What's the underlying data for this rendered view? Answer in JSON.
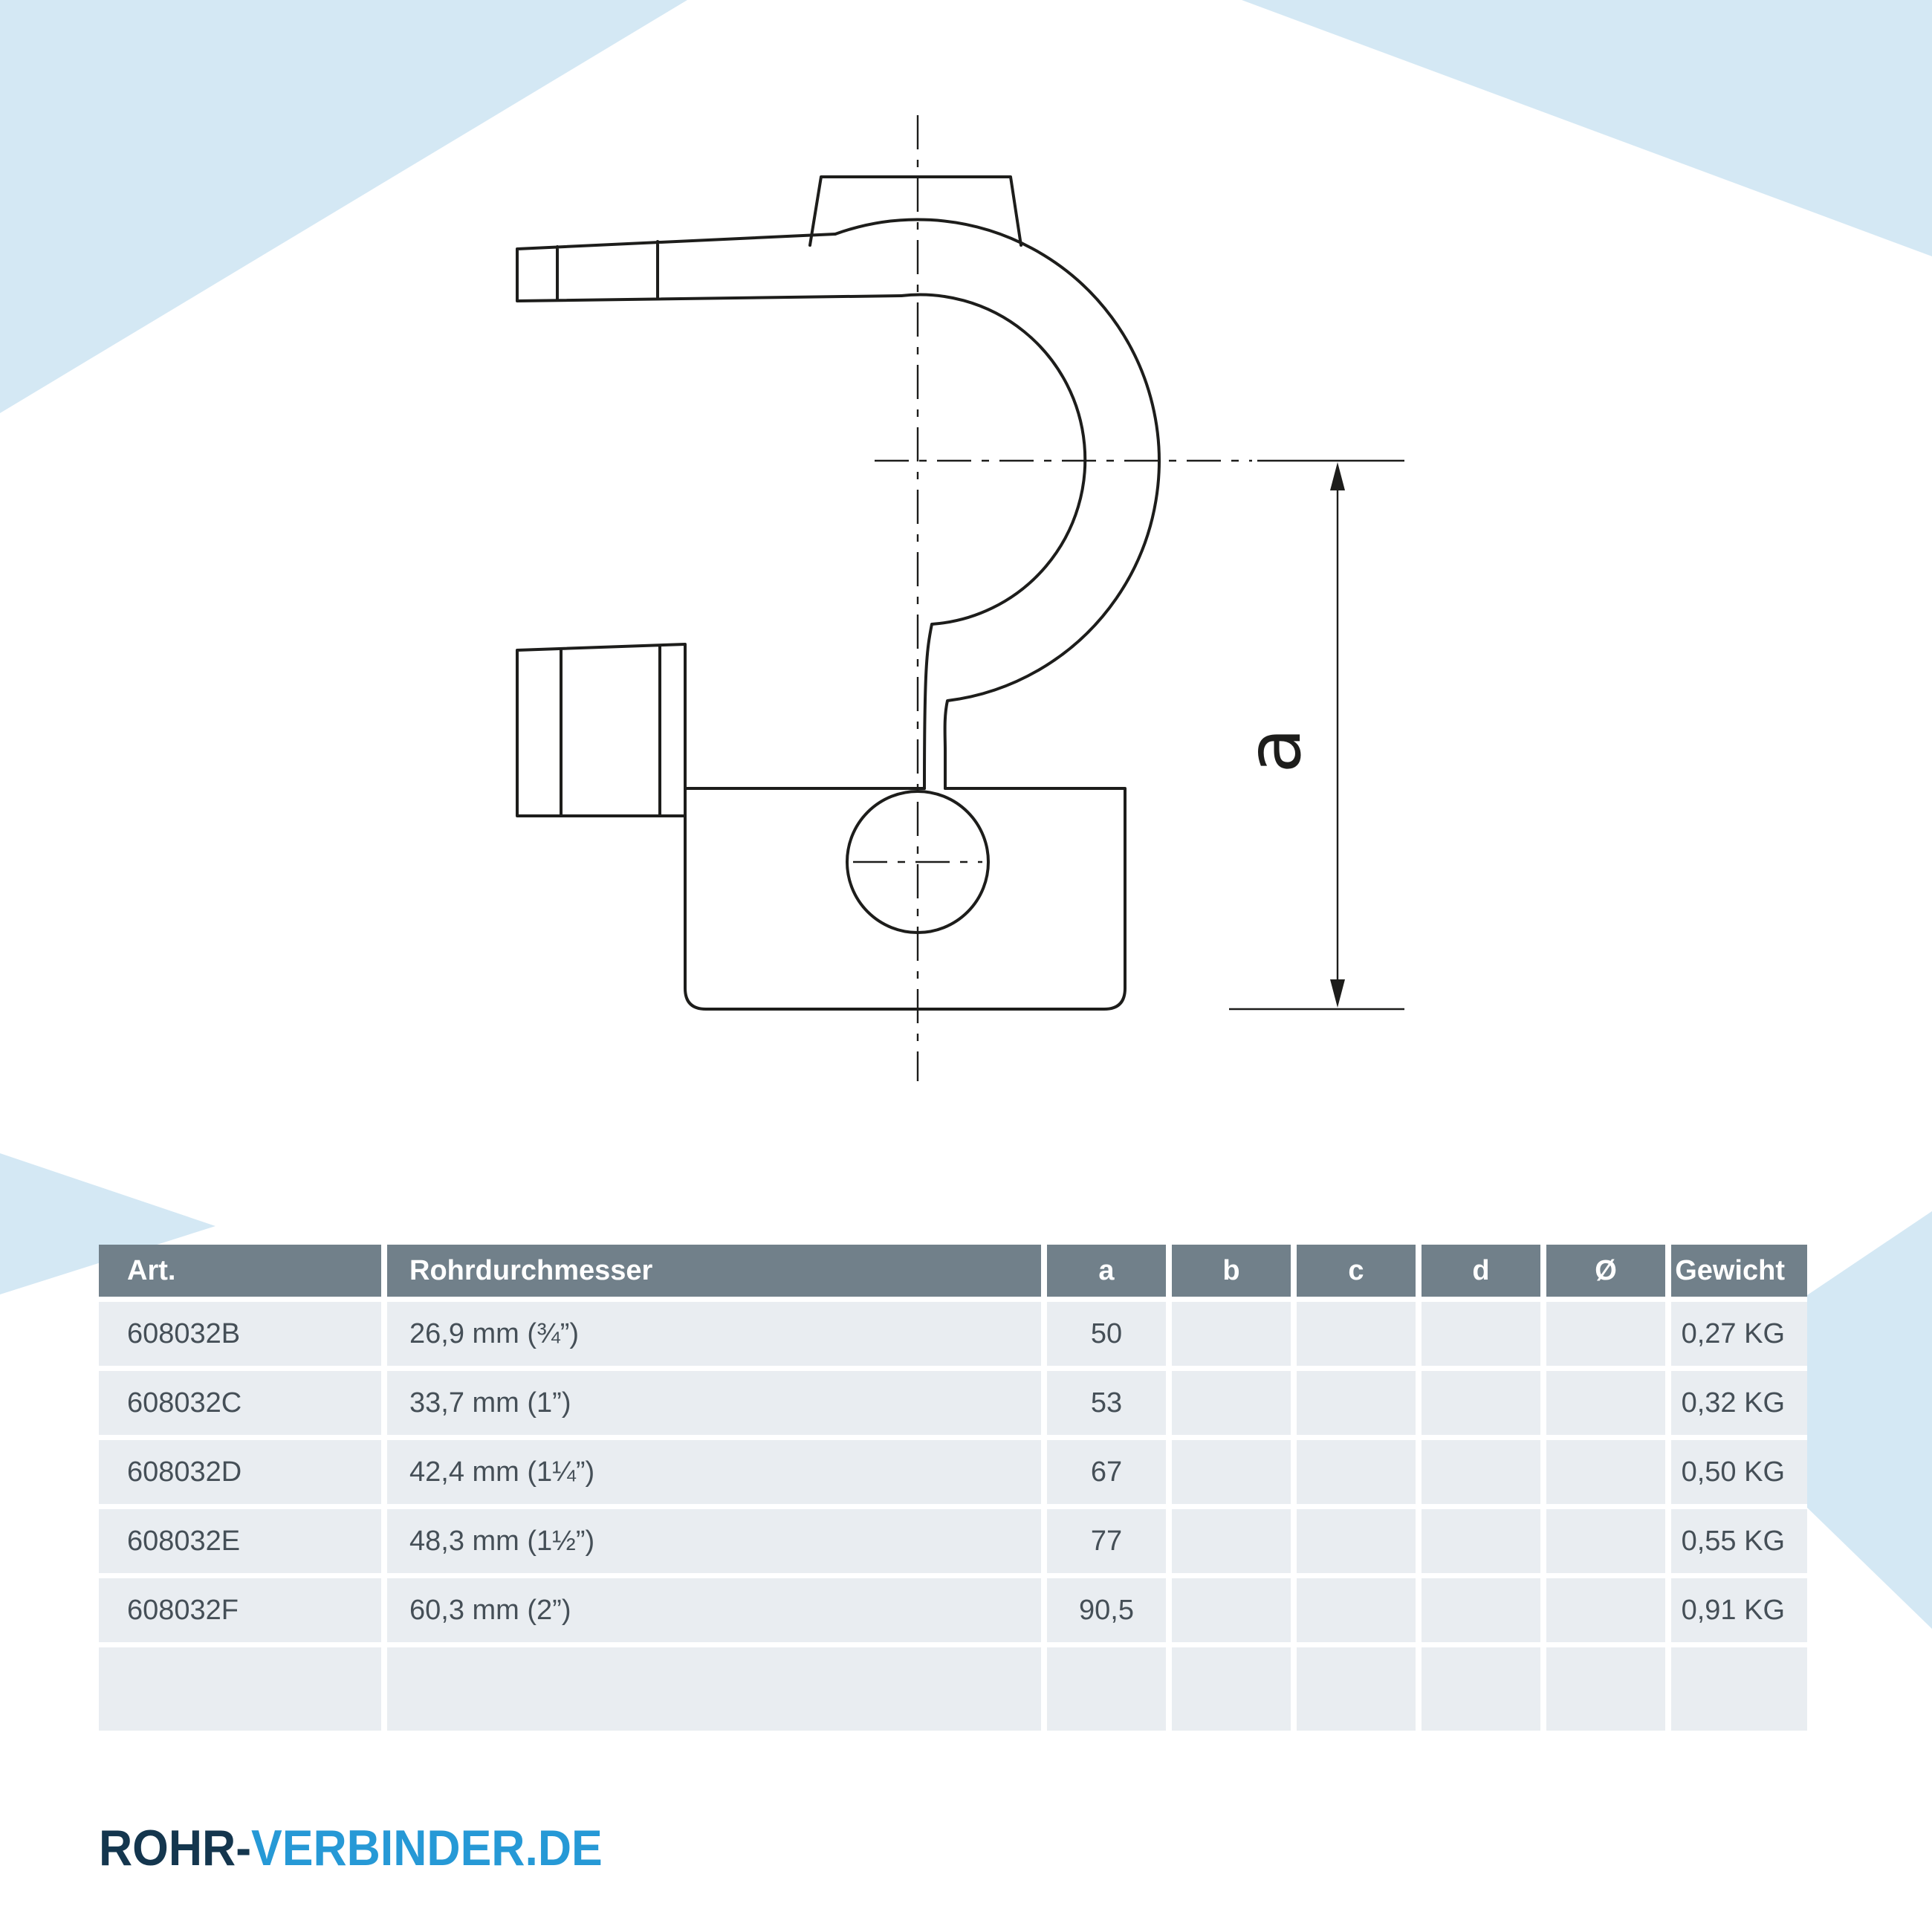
{
  "decor": {
    "wedge_color": "#d4e8f4"
  },
  "drawing": {
    "dimension_label": "a"
  },
  "table": {
    "header_bg": "#71808a",
    "header_color": "#ffffff",
    "row_bg": "#e9edf1",
    "columns": [
      "Art.",
      "Rohrdurchmesser",
      "a",
      "b",
      "c",
      "d",
      "Ø",
      "Gewicht"
    ],
    "rows": [
      {
        "art": "608032B",
        "diameter": "26,9 mm (¾”)",
        "a": "50",
        "b": "",
        "c": "",
        "d": "",
        "o": "",
        "weight": "0,27 KG"
      },
      {
        "art": "608032C",
        "diameter": "33,7 mm (1”)",
        "a": "53",
        "b": "",
        "c": "",
        "d": "",
        "o": "",
        "weight": "0,32 KG"
      },
      {
        "art": "608032D",
        "diameter": "42,4 mm (1¼”)",
        "a": "67",
        "b": "",
        "c": "",
        "d": "",
        "o": "",
        "weight": "0,50 KG"
      },
      {
        "art": "608032E",
        "diameter": "48,3 mm (1½”)",
        "a": "77",
        "b": "",
        "c": "",
        "d": "",
        "o": "",
        "weight": "0,55 KG"
      },
      {
        "art": "608032F",
        "diameter": "60,3 mm (2”)",
        "a": "90,5",
        "b": "",
        "c": "",
        "d": "",
        "o": "",
        "weight": "0,91 KG"
      }
    ]
  },
  "brand": {
    "dark_text": "ROHR-",
    "light_text": "VERBINDER.DE",
    "color_dark": "#14364e",
    "color_light": "#2699d6"
  }
}
